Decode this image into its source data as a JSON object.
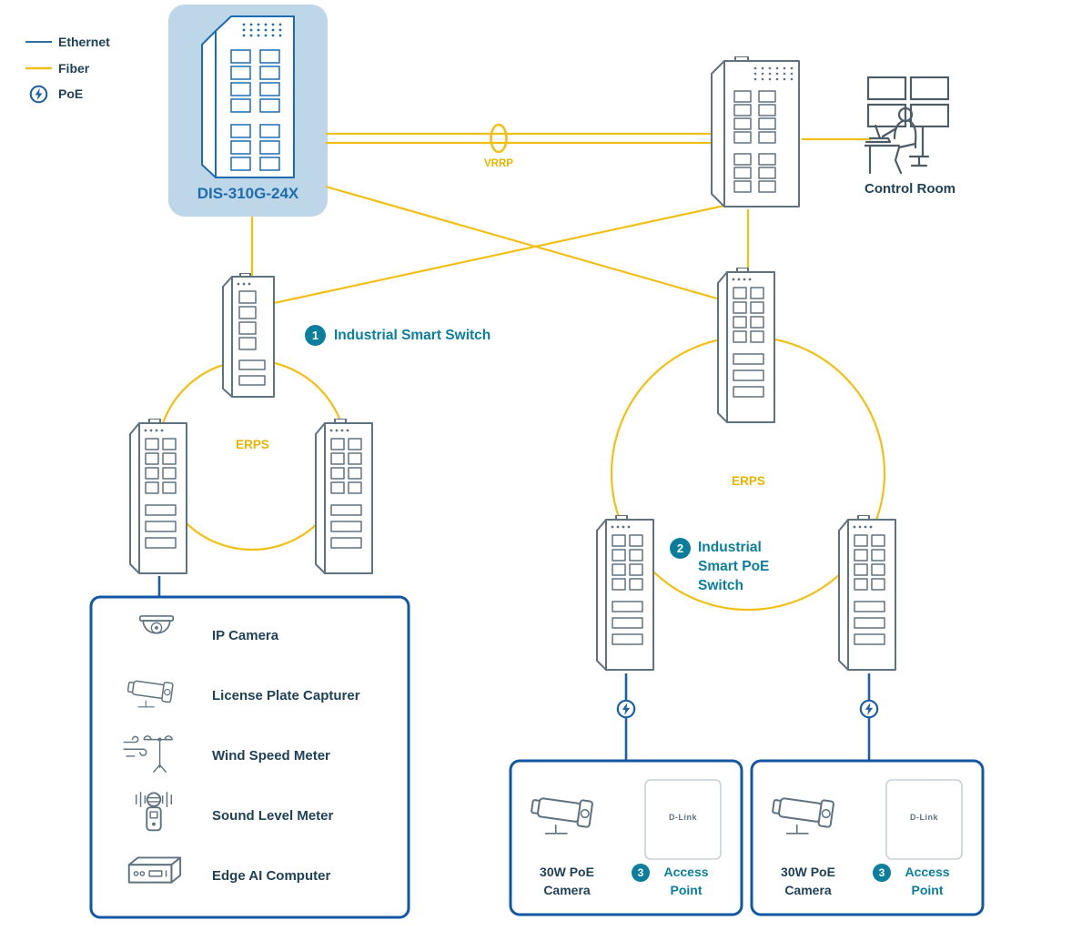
{
  "colors": {
    "ethernet_blue": "#1b5fa8",
    "fiber_yellow": "#f2c014",
    "yellow_text": "#e7b400",
    "teal_accent": "#0c7e9d",
    "navy_text": "#1f4157",
    "dis_blue": "#1e6cb0",
    "dis_highlight_bg": "#bdd7e9",
    "outline_gray": "#5f7280",
    "box_border_blue": "#1257a5"
  },
  "legend": {
    "ethernet": "Ethernet",
    "fiber": "Fiber",
    "poe": "PoE"
  },
  "core": {
    "main_switch_label": "DIS-310G-24X",
    "vrrp_label": "VRRP",
    "control_room_label": "Control Room"
  },
  "ring1": {
    "erps_label": "ERPS",
    "badge": "1",
    "label": "Industrial Smart Switch"
  },
  "ring2": {
    "erps_label": "ERPS",
    "badge": "2",
    "label": "Industrial\nSmart PoE\nSwitch"
  },
  "device_box": {
    "items": [
      {
        "icon": "dome-camera-icon",
        "label": "IP Camera"
      },
      {
        "icon": "bullet-camera-icon",
        "label": "License Plate Capturer"
      },
      {
        "icon": "anemometer-icon",
        "label": "Wind Speed Meter"
      },
      {
        "icon": "sound-meter-icon",
        "label": "Sound Level Meter"
      },
      {
        "icon": "edge-computer-icon",
        "label": "Edge AI Computer"
      }
    ]
  },
  "poe_nodes": [
    {
      "camera_label": "30W PoE\nCamera",
      "badge": "3",
      "ap_label": "Access\nPoint",
      "ap_brand": "D-Link"
    },
    {
      "camera_label": "30W PoE\nCamera",
      "badge": "3",
      "ap_label": "Access\nPoint",
      "ap_brand": "D-Link"
    }
  ]
}
